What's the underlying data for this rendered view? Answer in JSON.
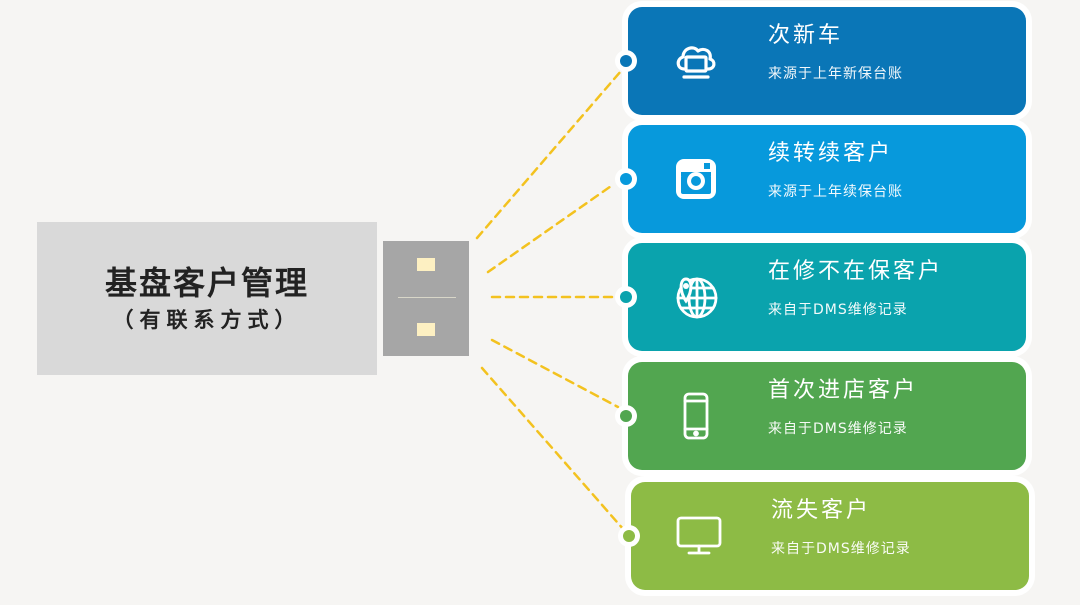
{
  "hub": {
    "title": "基盘客户管理",
    "subtitle": "（有联系方式）"
  },
  "colors": {
    "background": "#f6f5f3",
    "hub": "#d9d9d9",
    "plug": "#a6a6a6",
    "plug_pin": "#fdf0c2",
    "connector": "#f3c21f"
  },
  "cards": [
    {
      "title": "次新车",
      "subtitle": "来源于上年新保台账",
      "icon": "cloud-laptop-icon",
      "color": "#0a76b7"
    },
    {
      "title": "续转续客户",
      "subtitle": "来源于上年续保台账",
      "icon": "camera-icon",
      "color": "#0799dc"
    },
    {
      "title": "在修不在保客户",
      "subtitle": "来自于DMS维修记录",
      "icon": "globe-location-icon",
      "color": "#0aa3ad"
    },
    {
      "title": "首次进店客户",
      "subtitle": "来自于DMS维修记录",
      "icon": "smartphone-icon",
      "color": "#52a650"
    },
    {
      "title": "流失客户",
      "subtitle": "来自于DMS维修记录",
      "icon": "monitor-icon",
      "color": "#8dbb45"
    }
  ]
}
